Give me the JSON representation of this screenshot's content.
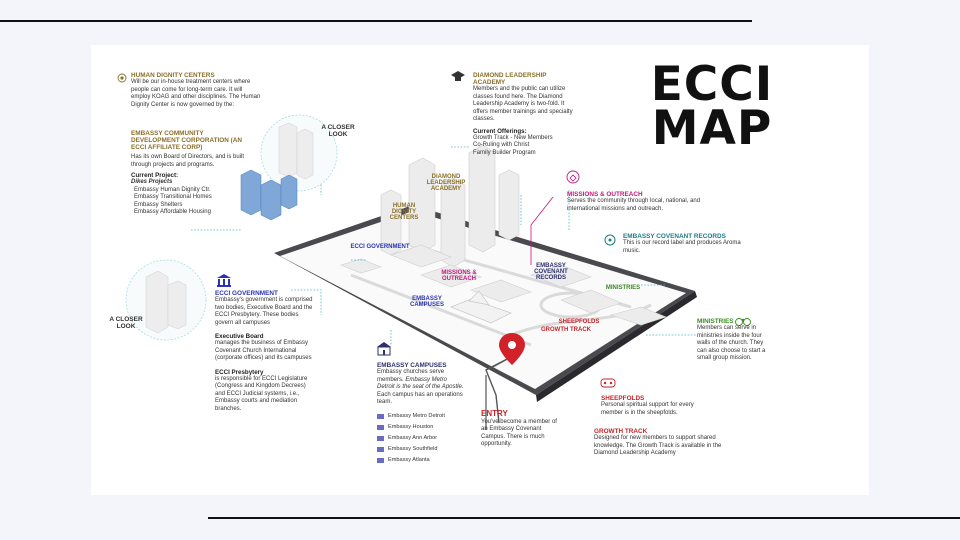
{
  "title": "ECCI MAP",
  "title_lines": [
    "ECCI",
    "MAP"
  ],
  "closer_look": "A CLOSER LOOK",
  "human_dignity": {
    "title": "HUMAN DIGNITY CENTERS",
    "body": "Will be our in-house treatment centers where people can come for long-term care. It will employ KOAG and other disciplines. The Human Dignity Center is now governed by the:"
  },
  "edc": {
    "title": "EMBASSY COMMUNITY DEVELOPMENT CORPORATION (AN ECCI AFFILIATE CORP)",
    "body": "Has its own Board of Directors, and is built through projects and programs.",
    "project_heading": "Current Project:",
    "project_name": "Dikes Projects",
    "projects": [
      "Embassy Human Dignity Ctr.",
      "Embassy Transitional Homes",
      "Embassy Shelters",
      "Embassy Affordable Housing"
    ]
  },
  "government": {
    "title": "ECCI GOVERNMENT",
    "body": "Embassy's government is comprised two bodies, Executive Board and the ECCI Presbytery. These bodies govern all campuses",
    "exec_heading": "Executive Board",
    "exec_body": "manages the business of Embassy Covenant Church International (corporate offices) and its campuses",
    "presbytery_heading": "ECCI Presbytery",
    "presbytery_body": "is responsible for ECCI Legislature (Congress and Kingdom Decrees) and ECCI Judicial systems, i.e., Embassy courts and mediation branches."
  },
  "dla": {
    "title": "DIAMOND LEADERSHIP ACADEMY",
    "body": "Members and the public can utilize classes found here. The Diamond Leadership Academy is two-fold. It offers member trainings and specialty classes.",
    "offerings_heading": "Current Offerings:",
    "offerings": [
      "Growth Track - New Members",
      "Co-Ruling with Christ",
      "Family Builder Program"
    ]
  },
  "missions": {
    "title": "MISSIONS & OUTREACH",
    "body": "Serves the community through local, national, and international missions and outreach."
  },
  "records": {
    "title": "EMBASSY COVENANT RECORDS",
    "body": "This is our record label and produces Aroma music."
  },
  "ministries": {
    "title": "MINISTRIES",
    "body": "Members can serve in ministries inside the four walls of the church. They can also choose to start a small group mission."
  },
  "sheepfolds": {
    "title": "SHEEPFOLDS",
    "body": "Personal spiritual support for every member is in the sheepfolds."
  },
  "growth": {
    "title": "GROWTH TRACK",
    "body": "Designed for new members to support shared knowledge. The Growth Track is available in the Diamond Leadership Academy"
  },
  "campuses": {
    "title": "EMBASSY CAMPUSES",
    "body_start": "Embassy churches serve members.",
    "body_ital": "Embassy Metro Detroit is the seat of the Apostle.",
    "body_end": "Each campus has an operations team.",
    "list": [
      "Embassy Metro Detroit",
      "Embassy Houston",
      "Embassy Ann Arbor",
      "Embassy Southfield",
      "Embassy Atlanta"
    ]
  },
  "entry": {
    "title": "ENTRY",
    "body": "You've become a member of  an Embassy Covenant Campus. There is much opportunity."
  },
  "map_labels": {
    "dla": "DIAMOND LEADERSHIP ACADEMY",
    "hdc": "HUMAN DIGNITY CENTERS",
    "gov": "ECCI GOVERNMENT",
    "missions": "MISSIONS & OUTREACH",
    "records": "EMBASSY COVENANT RECORDS",
    "ministries": "MINISTRIES",
    "campuses": "EMBASSY CAMPUSES",
    "sheepfolds": "SHEEPFOLDS",
    "growth": "GROWTH TRACK"
  },
  "colors": {
    "gold": "#8a6f2a",
    "blue": "#2b33b0",
    "magenta": "#c2187a",
    "teal": "#1b7d86",
    "green": "#3c8a23",
    "red": "#c6242a",
    "navy": "#2d2f6e"
  }
}
